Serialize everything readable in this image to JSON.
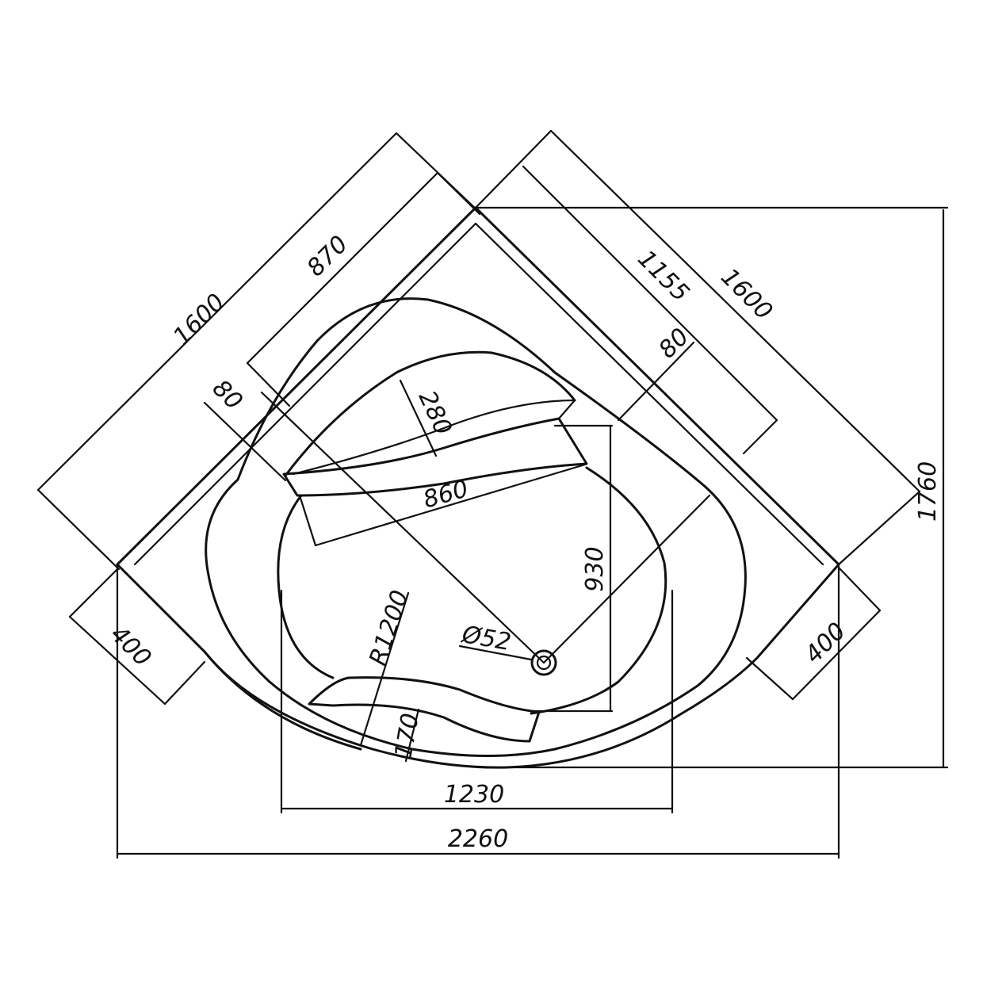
{
  "dimensions": {
    "side_left_1600": "1600",
    "side_right_1600": "1600",
    "inner_870": "870",
    "inner_1155": "1155",
    "rim_80_left": "80",
    "rim_80_right": "80",
    "headrest_280": "280",
    "headrest_860": "860",
    "depth_930": "930",
    "radius_r1200": "R1200",
    "drain_d52": "Ø52",
    "seat_170": "170",
    "inner_width_1230": "1230",
    "overall_width_2260": "2260",
    "overall_height_1760": "1760",
    "leg_400_left": "400",
    "leg_400_right": "400"
  }
}
